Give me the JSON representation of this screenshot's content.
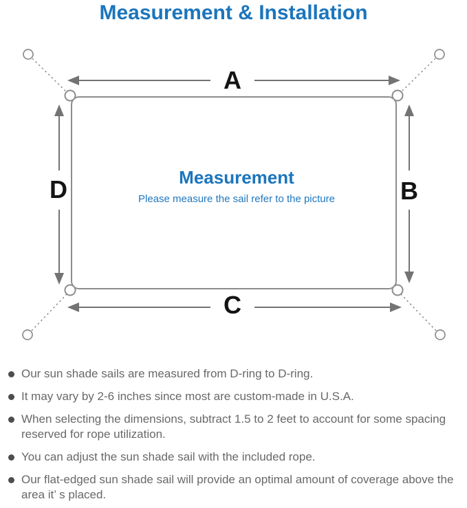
{
  "title": "Measurement & Installation",
  "diagram": {
    "side_labels": {
      "top": "A",
      "right": "B",
      "bottom": "C",
      "left": "D"
    },
    "center_title": "Measurement",
    "center_subtitle": "Please measure the sail refer to the picture"
  },
  "notes": [
    "Our sun shade sails are measured from D-ring to D-ring.",
    "It may vary by 2-6 inches since most are custom-made in U.S.A.",
    "When selecting the dimensions, subtract 1.5 to 2 feet to account for some spacing reserved for rope utilization.",
    "You can adjust the sun shade sail with the included rope.",
    "Our flat-edged sun shade sail will provide an optimal amount of coverage above the area it’ s placed."
  ],
  "colors": {
    "accent_blue": "#1b75bc",
    "subtitle_blue": "#1f78bf",
    "outline_gray": "#8c8c8c",
    "arrow_gray": "#737373",
    "label_black": "#141414",
    "note_gray": "#686868"
  }
}
